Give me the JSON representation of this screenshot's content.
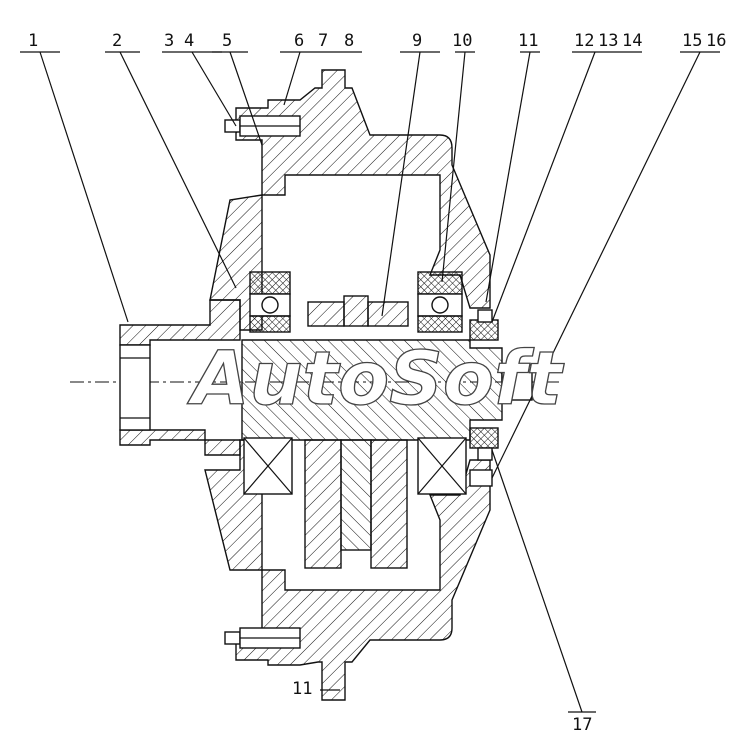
{
  "callouts_top": [
    "1",
    "2",
    "3",
    "4",
    "5",
    "6",
    "7",
    "8",
    "9",
    "10",
    "11",
    "12",
    "13",
    "14",
    "15",
    "16"
  ],
  "callouts_bottom": [
    "11",
    "17"
  ],
  "watermark": "AutoSoft"
}
